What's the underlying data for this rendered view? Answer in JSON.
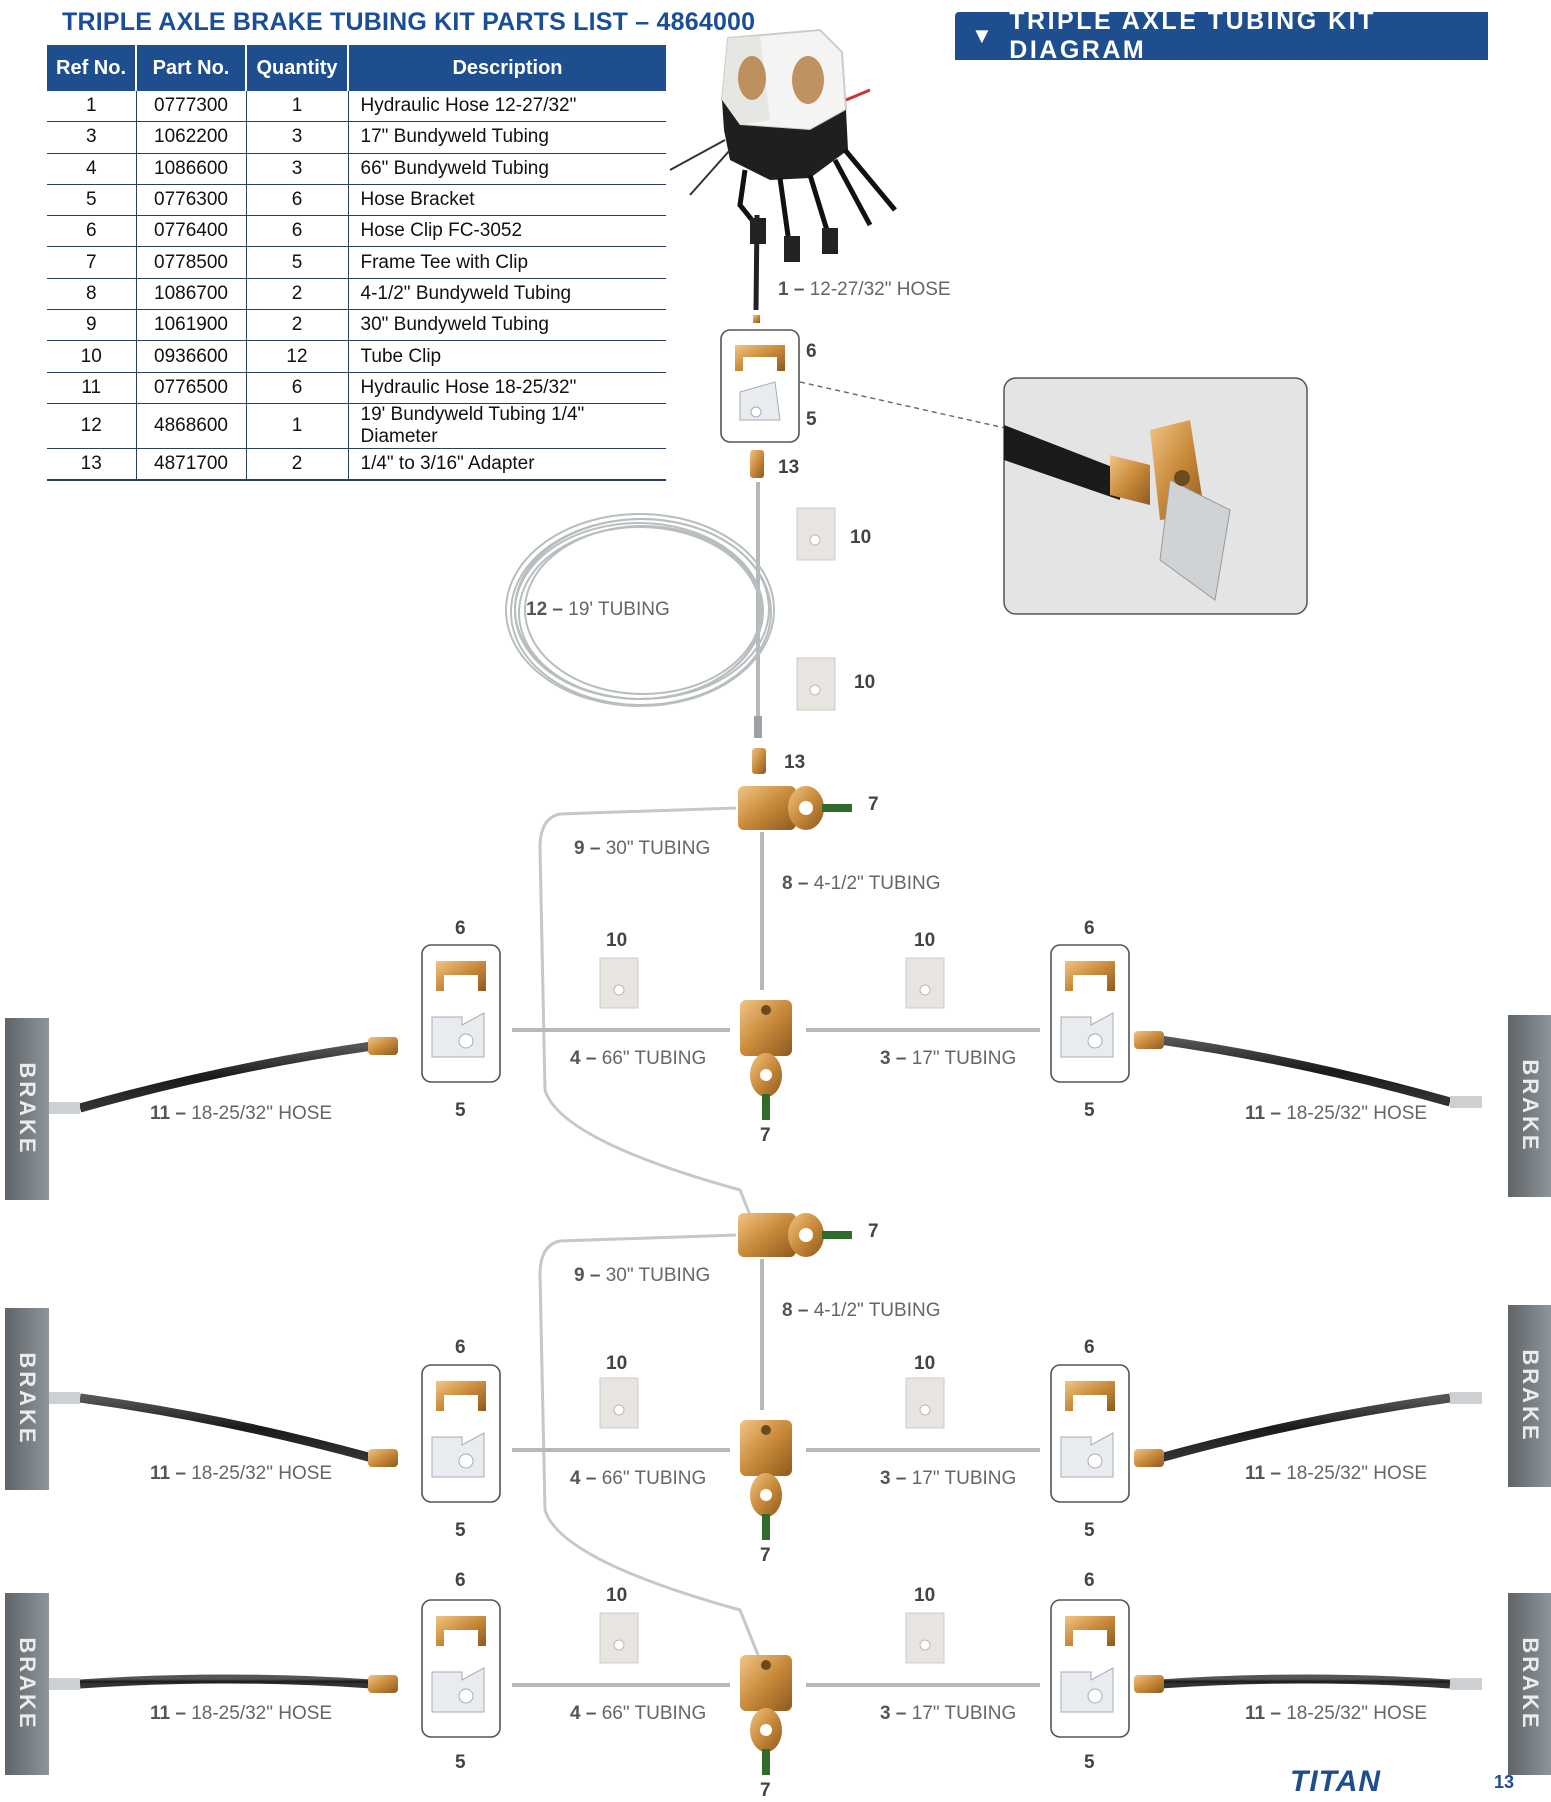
{
  "table": {
    "title": "TRIPLE AXLE BRAKE TUBING KIT PARTS LIST – 4864000",
    "headers": [
      "Ref No.",
      "Part No.",
      "Quantity",
      "Description"
    ],
    "rows": [
      [
        "1",
        "0777300",
        "1",
        "Hydraulic Hose 12-27/32\""
      ],
      [
        "3",
        "1062200",
        "3",
        "17\" Bundyweld Tubing"
      ],
      [
        "4",
        "1086600",
        "3",
        "66\" Bundyweld Tubing"
      ],
      [
        "5",
        "0776300",
        "6",
        "Hose Bracket"
      ],
      [
        "6",
        "0776400",
        "6",
        "Hose Clip FC-3052"
      ],
      [
        "7",
        "0778500",
        "5",
        "Frame Tee with Clip"
      ],
      [
        "8",
        "1086700",
        "2",
        "4-1/2\" Bundyweld Tubing"
      ],
      [
        "9",
        "1061900",
        "2",
        "30\" Bundyweld Tubing"
      ],
      [
        "10",
        "0936600",
        "12",
        "Tube Clip"
      ],
      [
        "11",
        "0776500",
        "6",
        "Hydraulic Hose 18-25/32\""
      ],
      [
        "12",
        "4868600",
        "1",
        "19' Bundyweld Tubing 1/4\" Diameter"
      ],
      [
        "13",
        "4871700",
        "2",
        "1/4\" to 3/16\" Adapter"
      ]
    ]
  },
  "diagram": {
    "title": "TRIPLE AXLE TUBING KIT DIAGRAM",
    "side_label": "BRAKE",
    "callouts": {
      "hose_1": {
        "num": "1 –",
        "text": "12-27/32\" HOSE"
      },
      "tubing_12": {
        "num": "12 –",
        "text": "19' TUBING"
      },
      "tubing_9": {
        "num": "9 –",
        "text": "30\" TUBING"
      },
      "tubing_8": {
        "num": "8 –",
        "text": "4-1/2\" TUBING"
      },
      "tubing_4": {
        "num": "4 –",
        "text": "66\" TUBING"
      },
      "tubing_3": {
        "num": "3 –",
        "text": "17\" TUBING"
      },
      "hose_11": {
        "num": "11 –",
        "text": "18-25/32\" HOSE"
      }
    },
    "refs": {
      "r5": "5",
      "r6": "6",
      "r7": "7",
      "r10": "10",
      "r13": "13"
    }
  },
  "footer": {
    "brand": "TITAN",
    "page": "13"
  }
}
